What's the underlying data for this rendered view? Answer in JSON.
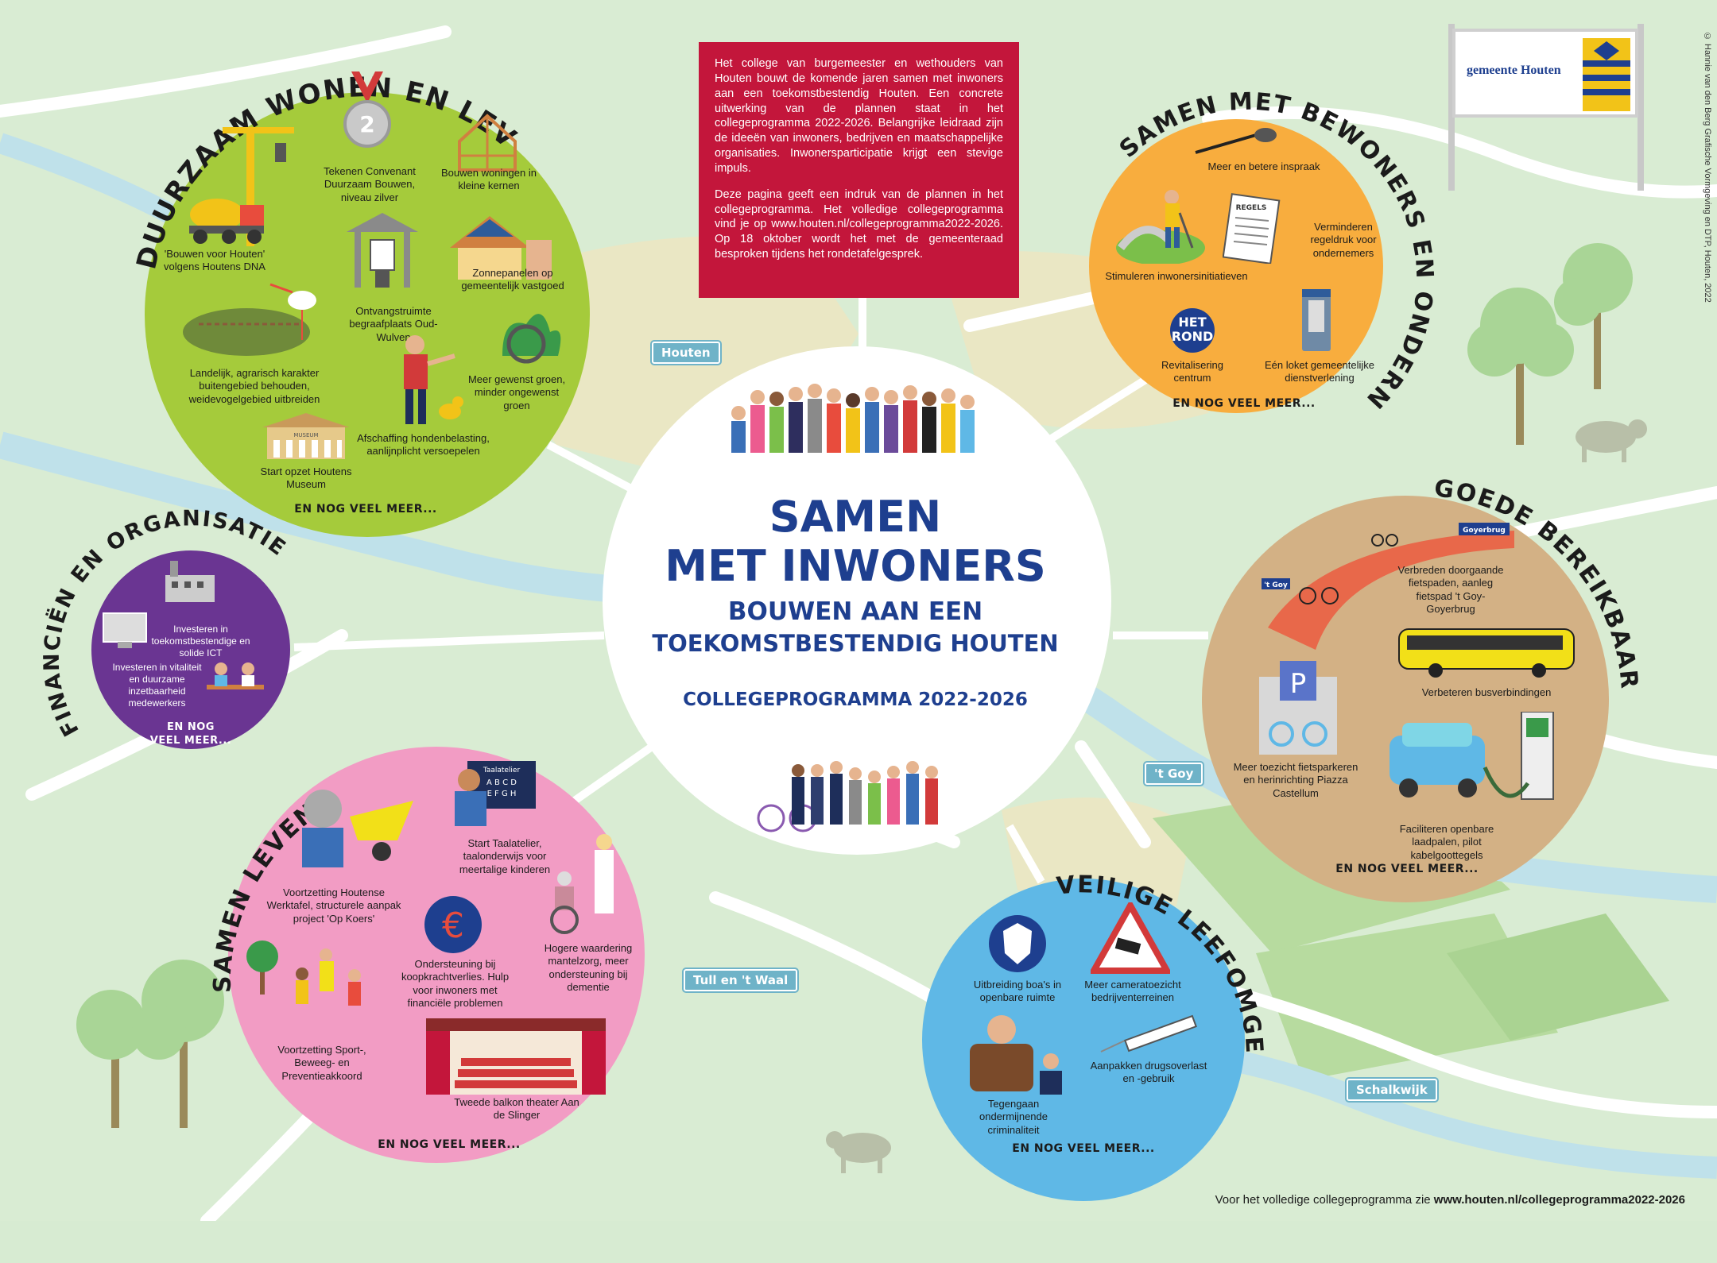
{
  "logo": {
    "text": "gemeente Houten"
  },
  "credit": "© Hannie van den Berg Grafische Vormgeving en DTP, Houten, 2022",
  "intro": {
    "p1": "Het college van burgemeester en wethouders van Houten bouwt de komende jaren samen met inwoners aan een toekomstbestendig Houten. Een concrete uitwerking van de plannen staat in het collegeprogramma 2022-2026. Belangrijke leidraad zijn de ideeën van inwoners, bedrijven en maatschappelijke organisaties. Inwonersparticipatie krijgt een stevige impuls.",
    "p2": "Deze pagina geeft een indruk van de plannen in het collegeprogramma. Het volledige collegeprogramma vind je op www.houten.nl/collegeprogramma2022-2026. Op 18 oktober wordt het met de gemeenteraad besproken tijdens het rondetafelgesprek."
  },
  "center": {
    "line1": "SAMEN",
    "line2": "MET INWONERS",
    "line3": "BOUWEN AAN EEN",
    "line4": "TOEKOMSTBESTENDIG HOUTEN",
    "line5": "COLLEGEPROGRAMMA 2022-2026"
  },
  "signs": {
    "houten": "Houten",
    "tgoy": "'t Goy",
    "tull": "Tull en 't Waal",
    "schalkwijk": "Schalkwijk"
  },
  "wonen": {
    "title": "DUURZAAM WONEN EN LEVEN",
    "items": [
      "Tekenen Convenant Duurzaam Bouwen, niveau zilver",
      "Bouwen woningen in kleine kernen",
      "'Bouwen voor Houten' volgens Houtens DNA",
      "Zonnepanelen op gemeentelijk vastgoed",
      "Ontvangstruimte begraafplaats Oud-Wulven",
      "Landelijk, agrarisch karakter buitengebied behouden, weidevogelgebied uitbreiden",
      "Meer gewenst groen, minder ongewenst groen",
      "Afschaffing hondenbelasting, aanlijnplicht versoepelen",
      "Start opzet Houtens Museum"
    ],
    "more": "EN NOG VEEL MEER...",
    "medal": "2",
    "museum_sign": "MUSEUM"
  },
  "bewoners": {
    "title": "SAMEN MET BEWONERS EN ONDERNEMERS",
    "items": [
      "Meer en betere inspraak",
      "Verminderen regeldruk voor ondernemers",
      "Stimuleren inwonersinitiatieven",
      "Revitalisering centrum",
      "Eén loket gemeentelijke dienstverlening"
    ],
    "regels": "REGELS",
    "hetrond1": "HET",
    "hetrond2": "ROND",
    "more": "EN NOG VEEL MEER..."
  },
  "financien": {
    "title": "FINANCIËN EN ORGANISATIE",
    "items": [
      "Investeren in toekomstbestendige en solide ICT",
      "Investeren in vitaliteit en duurzame inzetbaarheid medewerkers"
    ],
    "more1": "EN NOG",
    "more2": "VEEL MEER..."
  },
  "bereik": {
    "title": "GOEDE BEREIKBAARHEID",
    "items": [
      "Verbreden doorgaande fietspaden, aanleg fietspad 't Goy-Goyerbrug",
      "Verbeteren busverbindingen",
      "Meer toezicht fietsparkeren en herinrichting Piazza Castellum",
      "Faciliteren openbare laadpalen, pilot kabelgoottegels"
    ],
    "goyerbrug": "Goyerbrug",
    "tgoy": "'t Goy",
    "parking": "P",
    "more": "EN NOG VEEL MEER..."
  },
  "veilig": {
    "title": "VEILIGE LEEFOMGEVING",
    "items": [
      "Uitbreiding boa's in openbare ruimte",
      "Meer cameratoezicht bedrijventerreinen",
      "Aanpakken drugsoverlast en -gebruik",
      "Tegengaan ondermijnende criminaliteit"
    ],
    "more": "EN NOG VEEL MEER..."
  },
  "samenleven": {
    "title": "SAMEN LEVEN",
    "items": [
      "Start Taalatelier, taalonderwijs voor meertalige kinderen",
      "Voortzetting Houtense Werktafel, structurele aanpak project 'Op Koers'",
      "Ondersteuning bij koopkrachtverlies. Hulp voor inwoners met financiële problemen",
      "Hogere waardering mantelzorg, meer ondersteuning bij dementie",
      "Voortzetting Sport-, Beweeg- en Preventieakkoord",
      "Tweede balkon theater Aan de Slinger"
    ],
    "taalatelier": "Taalatelier",
    "board1": "A B C D",
    "board2": "E F G H",
    "euro": "€",
    "more": "EN NOG VEEL MEER..."
  },
  "footer": {
    "text": "Voor het volledige collegeprogramma zie ",
    "link": "www.houten.nl/collegeprogramma2022-2026"
  },
  "colors": {
    "green_circle": "#a5cb3b",
    "orange_circle": "#f8ad3e",
    "purple_circle": "#6a3592",
    "tan_circle": "#d3b185",
    "blue_circle": "#5fb8e6",
    "pink_circle": "#f29cc4",
    "red_box": "#c3163b",
    "title_blue": "#1e3f8f"
  }
}
